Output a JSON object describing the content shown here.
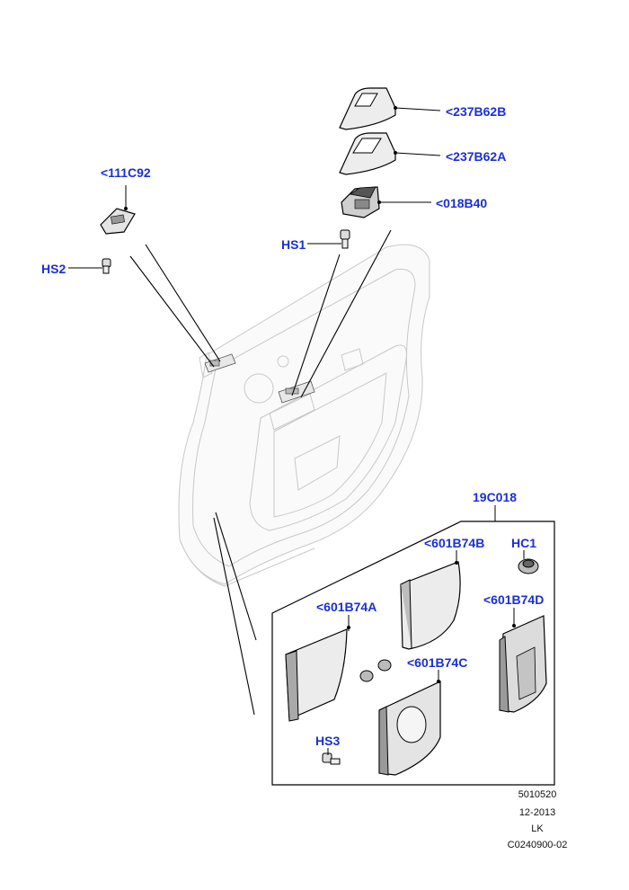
{
  "diagram": {
    "callouts": {
      "p237b62b": "<237B62B",
      "p237b62a": "<237B62A",
      "p018b40": "<018B40",
      "p111c92": "<111C92",
      "hs1": "HS1",
      "hs2": "HS2",
      "hs3": "HS3",
      "kit": "19C018",
      "p601b74b": "<601B74B",
      "hc1": "HC1",
      "p601b74a": "<601B74A",
      "p601b74d": "<601B74D",
      "p601b74c": "<601B74C"
    },
    "info": {
      "drawing_number": "5010520",
      "date": "12-2013",
      "initials": "LK",
      "reference": "C0240900-02"
    },
    "colors": {
      "callout_text": "#1a2fd6",
      "line": "#000000",
      "part_fill_light": "#f2f2f2",
      "part_fill_dark": "#9a9a9a",
      "door_outline": "#c8c8c8"
    }
  }
}
